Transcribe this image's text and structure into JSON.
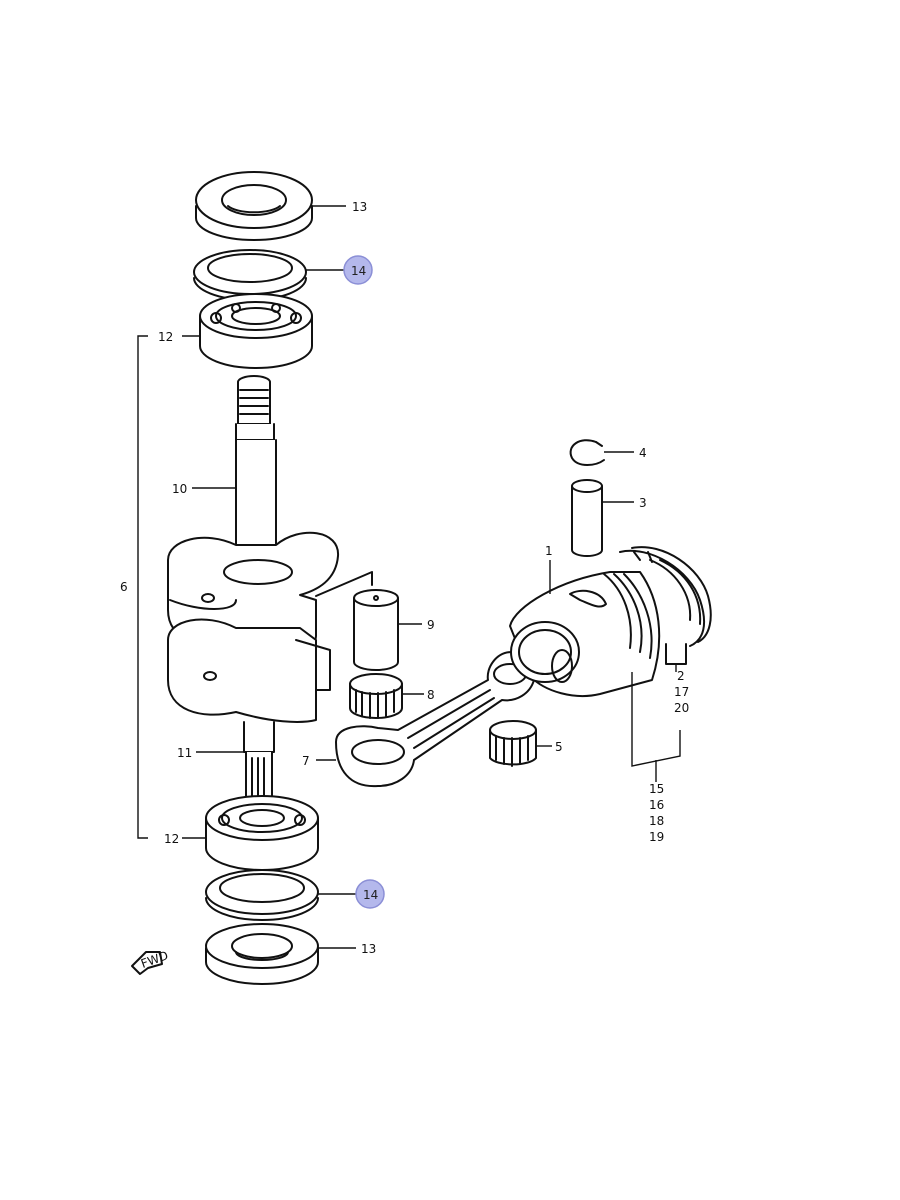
{
  "callouts": {
    "c1": "1",
    "c2": "2",
    "c3": "3",
    "c4": "4",
    "c5": "5",
    "c6": "6",
    "c7": "7",
    "c8": "8",
    "c9": "9",
    "c10": "10",
    "c11": "11",
    "c12_top": "12",
    "c12_bottom": "12",
    "c13_top": "13",
    "c13_bottom": "13",
    "c14_top": "14",
    "c14_bottom": "14",
    "c15": "15",
    "c16": "16",
    "c17": "17",
    "c18": "18",
    "c19": "19",
    "c20": "20"
  },
  "highlighted_parts": [
    "14"
  ],
  "colors": {
    "line": "#111111",
    "highlight_fill": "#b4b8ec",
    "background": "#ffffff"
  },
  "fwd_marker": "FWD"
}
